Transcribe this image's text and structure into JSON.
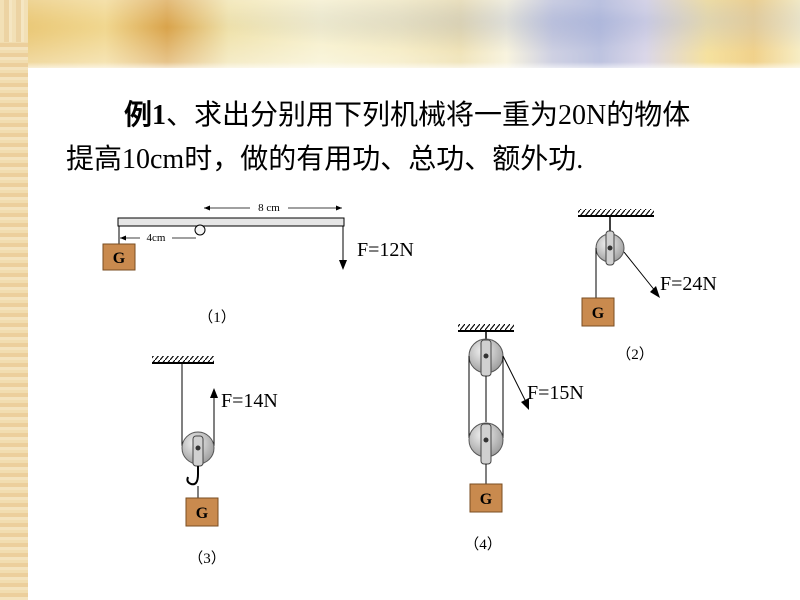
{
  "problem": {
    "label": "例1",
    "line1": "、求出分别用下列机械将一重为20N的物体",
    "line2": "提高10cm时，做的有用功、总功、额外功."
  },
  "figures": {
    "lever": {
      "dist_long": "8 cm",
      "dist_short": "4cm",
      "weight": "G",
      "force": "F=12N",
      "caption": "（1）"
    },
    "fixed_pulley": {
      "weight": "G",
      "force": "F=24N",
      "caption": "（2）"
    },
    "movable_pulley": {
      "weight": "G",
      "force": "F=14N",
      "caption": "（3）"
    },
    "pulley_block": {
      "weight": "G",
      "force": "F=15N",
      "caption": "（4）"
    }
  },
  "colors": {
    "weight_box": "#c98a4e",
    "pulley": "#bfbfbf",
    "line": "#000000"
  }
}
